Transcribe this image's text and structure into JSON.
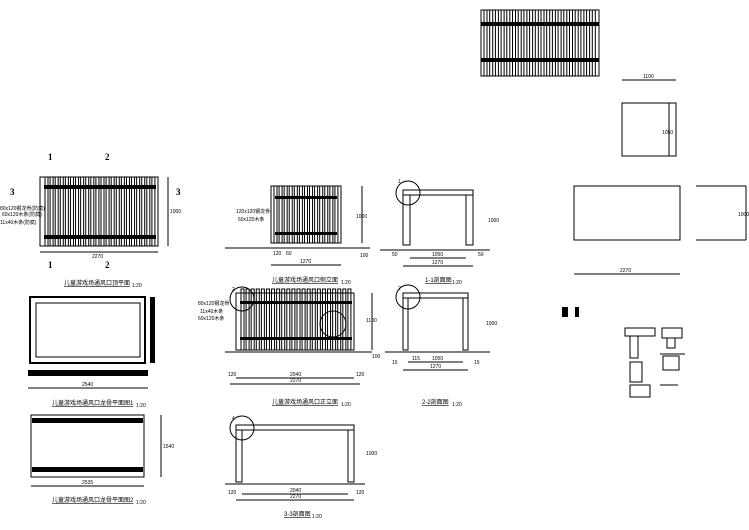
{
  "drawings": {
    "top_plan": {
      "title": "儿童游戏场通风口顶平面",
      "scale": "1:20",
      "width": "2270",
      "height": "1000",
      "cut_marks": [
        "1",
        "2",
        "3"
      ],
      "notes": [
        "80x120钢龙骨(防腐)",
        "60x120木条(防腐)",
        "11x40木条(防腐)"
      ]
    },
    "side_elevation": {
      "title": "儿童游戏场通风口侧立面",
      "scale": "1:20",
      "width": "1270",
      "height": "1000",
      "base": "100",
      "dims": [
        "120",
        "60"
      ],
      "notes": [
        "120x120钢龙骨",
        "60x120木条"
      ]
    },
    "front_elevation": {
      "title": "儿童游戏场通风口正立面",
      "scale": "1:20",
      "inner": "2040",
      "overall": "2270",
      "height": "1100",
      "base": "100",
      "side": "120",
      "notes": [
        "80x120钢龙骨",
        "11x40木条",
        "60x120木条"
      ]
    },
    "section_1": {
      "title": "1-1剖面图",
      "scale": "1:20",
      "inner": "1050",
      "overall": "1270",
      "height": "1000",
      "side": "50"
    },
    "section_2": {
      "title": "2-2剖面图",
      "scale": "1:20",
      "inner": "1050",
      "overall": "1270",
      "height": "1000",
      "side": "15",
      "offset": "115"
    },
    "section_3": {
      "title": "3-3剖面图",
      "scale": "1:20",
      "inner": "2040",
      "overall": "2270",
      "height": "1000",
      "side": "120"
    },
    "keel_plan_1": {
      "title": "儿童游戏场通风口龙骨平面图1",
      "scale": "1:20",
      "width": "2540"
    },
    "keel_plan_2": {
      "title": "儿童游戏场通风口龙骨平面图2",
      "scale": "1:20",
      "width": "2535",
      "height": "1540"
    },
    "panel_small": {
      "width": "1100",
      "height": "1050"
    },
    "panel_large": {
      "width": "2270",
      "height": "1000"
    },
    "detail_labels": [
      "1",
      "2",
      "3",
      "4"
    ]
  }
}
